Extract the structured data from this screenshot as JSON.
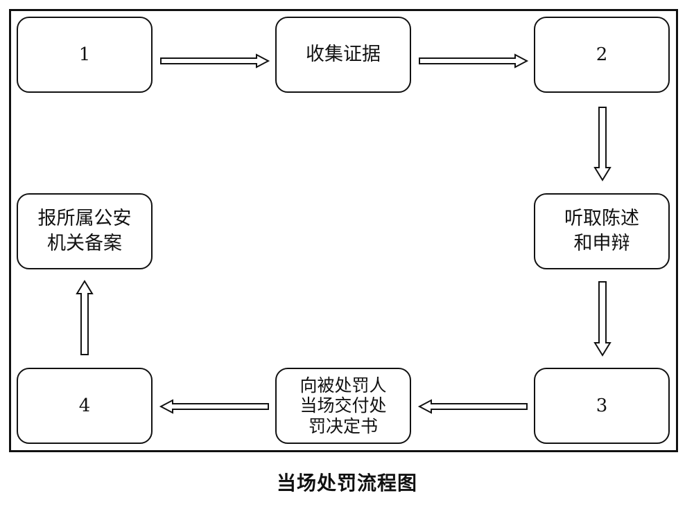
{
  "diagram": {
    "nodes": [
      {
        "id": "n1",
        "label": "1"
      },
      {
        "id": "collect",
        "label": "收集证据"
      },
      {
        "id": "n2",
        "label": "2"
      },
      {
        "id": "hear",
        "label": "听取陈述\n和申辩"
      },
      {
        "id": "n3",
        "label": "3"
      },
      {
        "id": "deliver",
        "label": "向被处罚人\n当场交付处\n罚决定书"
      },
      {
        "id": "n4",
        "label": "4"
      },
      {
        "id": "report",
        "label": "报所属公安\n机关备案"
      }
    ],
    "edges": [
      {
        "from": "n1",
        "to": "collect"
      },
      {
        "from": "collect",
        "to": "n2"
      },
      {
        "from": "n2",
        "to": "hear"
      },
      {
        "from": "hear",
        "to": "n3"
      },
      {
        "from": "n3",
        "to": "deliver"
      },
      {
        "from": "deliver",
        "to": "n4"
      },
      {
        "from": "n4",
        "to": "report"
      }
    ]
  },
  "caption": "当场处罚流程图"
}
